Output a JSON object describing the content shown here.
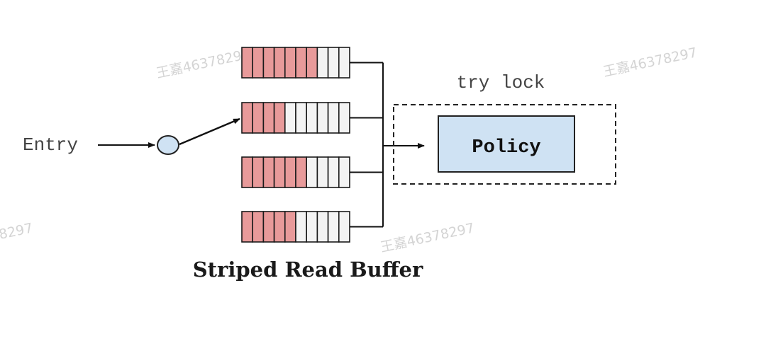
{
  "labels": {
    "entry": "Entry",
    "try_lock": "try lock",
    "policy": "Policy",
    "caption": "Striped Read Buffer"
  },
  "buffers": [
    {
      "slots": 10,
      "filled": 7
    },
    {
      "slots": 10,
      "filled": 4
    },
    {
      "slots": 10,
      "filled": 6
    },
    {
      "slots": 10,
      "filled": 5
    }
  ],
  "watermarks": [
    {
      "text": "王嘉46378297"
    },
    {
      "text": "王嘉46378297"
    },
    {
      "text": "王嘉46378297"
    },
    {
      "text": "8297"
    }
  ],
  "colors": {
    "filled_slot": "#e89a9a",
    "empty_slot": "#f3f3f3",
    "slot_border": "#1a1a1a",
    "policy_fill": "#cfe2f3",
    "node_fill": "#cfe2f3",
    "line": "#111111",
    "text": "#444444",
    "caption": "#1a1a1a",
    "watermark": "#d4d4d4"
  }
}
